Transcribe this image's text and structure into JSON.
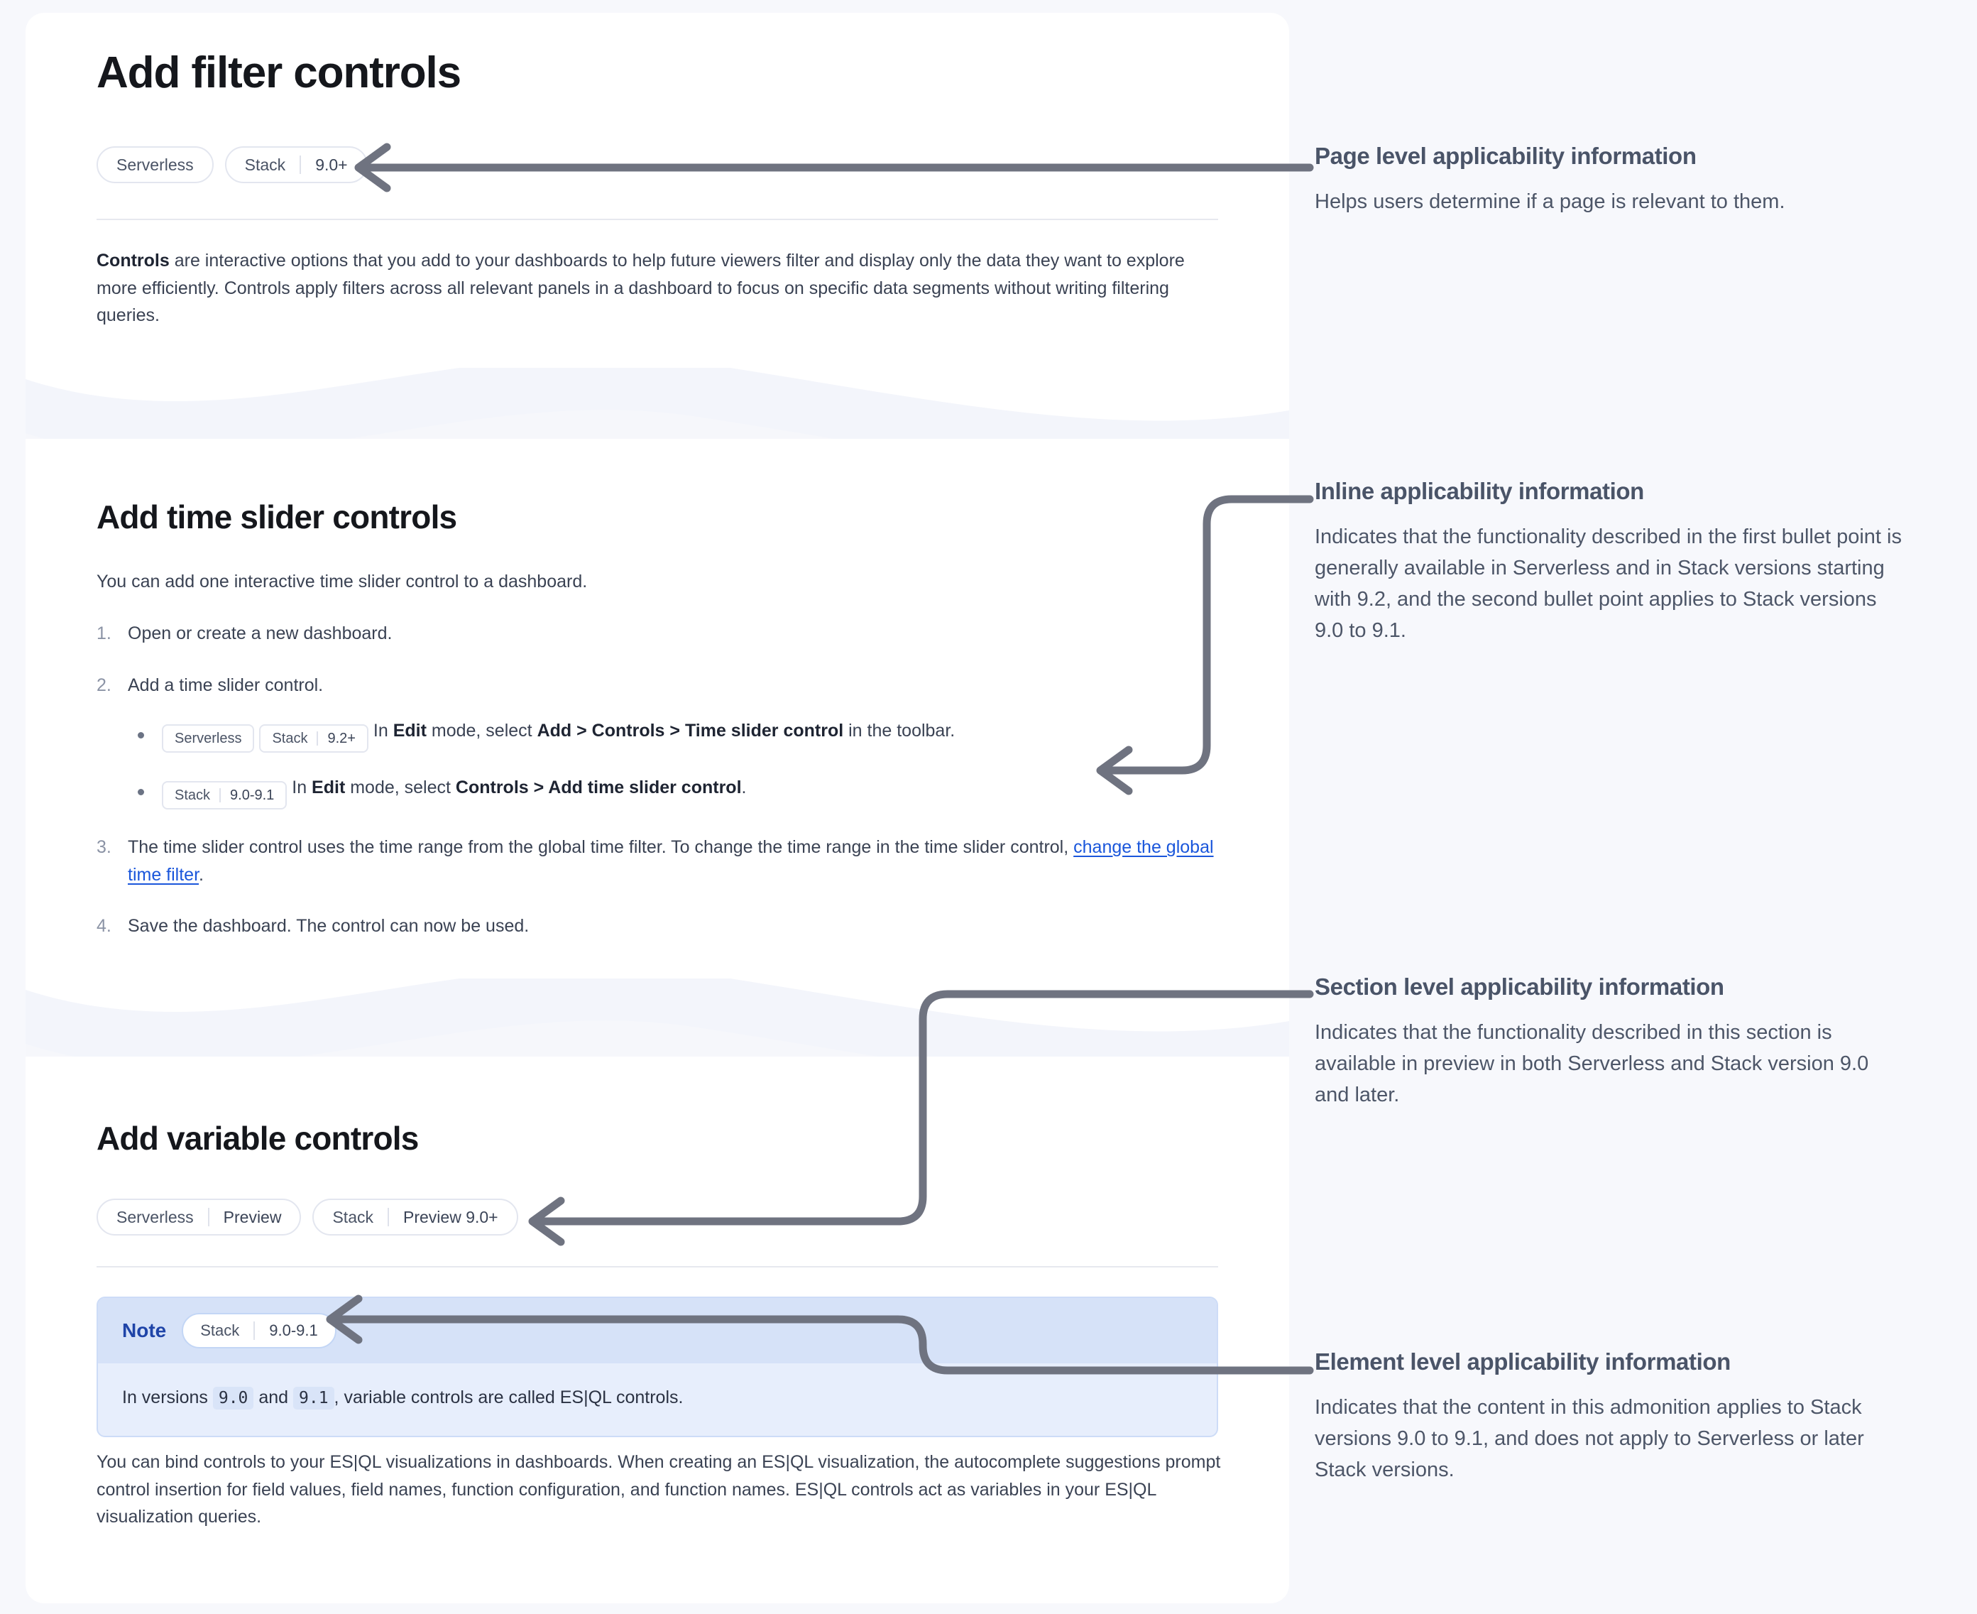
{
  "doc": {
    "page_title": "Add filter controls",
    "page_badges": [
      {
        "name": "Serverless",
        "version": null
      },
      {
        "name": "Stack",
        "version": "9.0+"
      }
    ],
    "intro": {
      "lead": "Controls",
      "rest": " are interactive options that you add to your dashboards to help future viewers filter and display only the data they want to explore more efficiently. Controls apply filters across all relevant panels in a dashboard to focus on specific data segments without writing filtering queries."
    },
    "section_time_slider": {
      "title": "Add time slider controls",
      "intro": "You can add one interactive time slider control to a dashboard.",
      "steps": [
        {
          "text": "Open or create a new dashboard."
        },
        {
          "text": "Add a time slider control.",
          "sublist": [
            {
              "badges": [
                {
                  "name": "Serverless",
                  "version": null
                },
                {
                  "name": "Stack",
                  "version": "9.2+"
                }
              ],
              "prefix": "In ",
              "b1": "Edit",
              "mid1": " mode, select ",
              "b2": "Add",
              "sep1": " > ",
              "b3": "Controls",
              "sep2": " > ",
              "b4": "Time slider control",
              "suffix": " in the toolbar."
            },
            {
              "badges": [
                {
                  "name": "Stack",
                  "version": "9.0-9.1"
                }
              ],
              "prefix": "In ",
              "b1": "Edit",
              "mid1": " mode, select ",
              "b2": "Controls",
              "sep1": " > ",
              "b3": "Add time slider control",
              "sep2": "",
              "b4": "",
              "suffix": "."
            }
          ]
        },
        {
          "text_before_link": "The time slider control uses the time range from the global time filter. To change the time range in the time slider control, ",
          "link_text": "change the global time filter",
          "text_after_link": "."
        },
        {
          "text": "Save the dashboard. The control can now be used."
        }
      ]
    },
    "section_variable": {
      "title": "Add variable controls",
      "badges": [
        {
          "name": "Serverless",
          "version": "Preview"
        },
        {
          "name": "Stack",
          "version": "Preview 9.0+"
        }
      ],
      "note": {
        "label": "Note",
        "badge": {
          "name": "Stack",
          "version": "9.0-9.1"
        },
        "body_prefix": "In versions ",
        "code1": "9.0",
        "body_mid": " and ",
        "code2": "9.1",
        "body_suffix": ", variable controls are called ES|QL controls."
      },
      "paragraph": "You can bind controls to your ES|QL visualizations in dashboards. When creating an ES|QL visualization, the autocomplete suggestions prompt control insertion for field values, field names, function configuration, and function names. ES|QL controls act as variables in your ES|QL visualization queries."
    }
  },
  "annotations": [
    {
      "title": "Page level applicability information",
      "body": "Helps users determine if a page is relevant to them."
    },
    {
      "title": "Inline applicability information",
      "body": "Indicates that the functionality described in the first bullet point is generally available in Serverless and in Stack versions starting with 9.2, and the second bullet point applies to Stack versions 9.0 to 9.1."
    },
    {
      "title": "Section level applicability information",
      "body": "Indicates that the functionality described in this section is available in preview in both Serverless and Stack version 9.0 and later."
    },
    {
      "title": "Element level applicability information",
      "body": "Indicates that the content in this admonition applies to Stack versions 9.0 to 9.1, and does not apply to Serverless or later Stack versions."
    }
  ],
  "colors": {
    "page_background": "#f7f8fc",
    "card_background": "#ffffff",
    "wave_fill": "#f3f5fb",
    "connector": "#6f7380",
    "link": "#1a56db",
    "note_header": "#d6e2f8",
    "note_body": "#e7eefc",
    "note_label": "#1f44a8",
    "annotation_text": "#4d5668"
  }
}
